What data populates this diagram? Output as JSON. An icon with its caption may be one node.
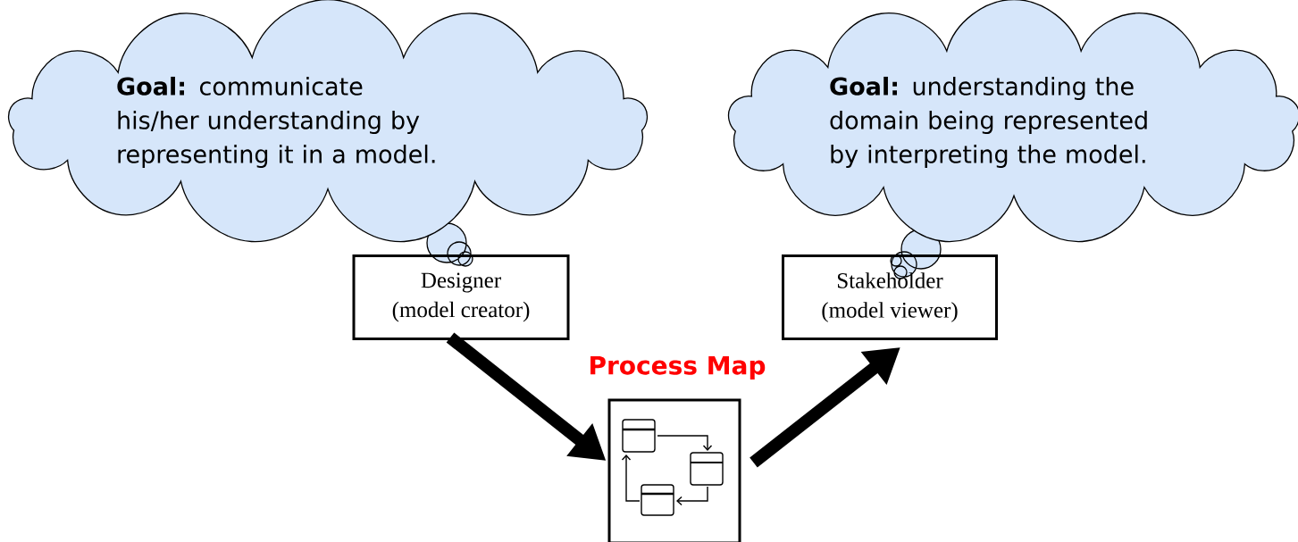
{
  "diagram": {
    "nodes": [
      {
        "text": [
          "**Goal:** communicate his/her understanding by representing it in a model."
        ]
      },
      {
        "text": [
          "**Goal:** understanding the domain being represented by interpreting the model."
        ]
      },
      {
        "text": [
          "Designer",
          "(model creator)"
        ]
      },
      {
        "text": [
          "Stakeholder",
          "(model viewer)"
        ]
      },
      {
        "text": [
          "Process Map"
        ]
      }
    ],
    "edges": [
      {
        "from": 2,
        "to": 4,
        "arrow": "to"
      },
      {
        "from": 4,
        "to": 3,
        "arrow": "to"
      }
    ]
  }
}
